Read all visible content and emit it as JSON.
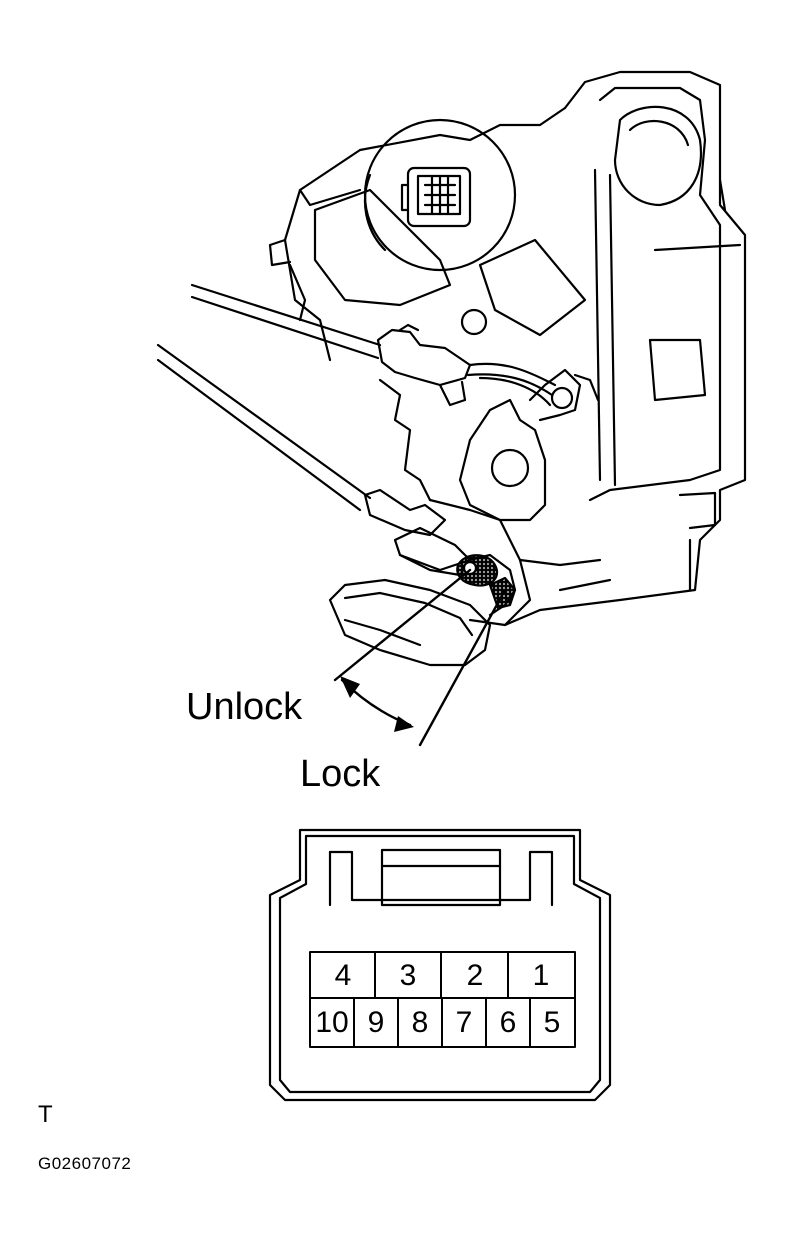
{
  "labels": {
    "unlock": "Unlock",
    "lock": "Lock",
    "section_code": "T",
    "figure_id": "G02607072"
  },
  "connector": {
    "top_row": [
      "4",
      "3",
      "2",
      "1"
    ],
    "bottom_row": [
      "10",
      "9",
      "8",
      "7",
      "6",
      "5"
    ]
  },
  "colors": {
    "line": "#000000",
    "background": "#ffffff"
  }
}
